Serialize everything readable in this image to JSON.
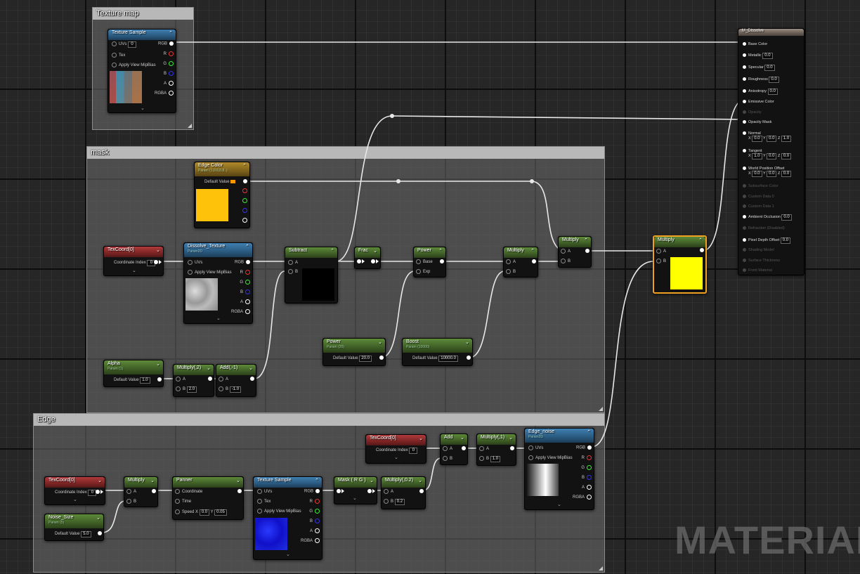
{
  "comments": {
    "texture_map": "Texture map",
    "mask": "mask",
    "edge": "Edge"
  },
  "nodes": {
    "texture_sample_top": {
      "title": "Texture Sample",
      "uvs": "UVs",
      "uvs_value": "0",
      "tex": "Tex",
      "mip": "Apply View MipBias",
      "outputs": [
        "RGB",
        "R",
        "G",
        "B",
        "A",
        "RGBA"
      ]
    },
    "edge_color": {
      "title": "Edge Color",
      "subtitle": "Param (1,0.6,0.8..)",
      "default_label": "Default Value",
      "swatch": "#ffc20a"
    },
    "texcoord_mask": {
      "title": "TexCoord[0]",
      "label": "Coordinate Index",
      "value": "0"
    },
    "dissolve_texture": {
      "title": "Dissolve_Texture",
      "subtitle": "Param2D",
      "uvs": "UVs",
      "mip": "Apply View MipBias",
      "outputs": [
        "RGB",
        "R",
        "G",
        "B",
        "A",
        "RGBA"
      ]
    },
    "subtract": {
      "title": "Subtract",
      "a": "A",
      "b": "B"
    },
    "frac": {
      "title": "Frac"
    },
    "power_node": {
      "title": "Power",
      "base": "Base",
      "exp": "Exp"
    },
    "multiply_mask": {
      "title": "Multiply",
      "a": "A",
      "b": "B"
    },
    "multiply_mask2": {
      "title": "Multiply",
      "a": "A",
      "b": "B"
    },
    "alpha": {
      "title": "Alpha",
      "subtitle": "Param (1)",
      "label": "Default Value",
      "value": "1.0"
    },
    "multiply_2": {
      "title": "Multiply(,2)",
      "a": "A",
      "b": "B",
      "b_value": "2.0"
    },
    "add_neg1": {
      "title": "Add(,-1)",
      "a": "A",
      "b": "B",
      "b_value": "-1.0"
    },
    "power_param": {
      "title": "Power",
      "subtitle": "Param (20)",
      "label": "Default Value",
      "value": "20.0"
    },
    "boost_param": {
      "title": "Boost",
      "subtitle": "Param (10000)",
      "label": "Default Value",
      "value": "10000.0"
    },
    "multiply_main": {
      "title": "Multiply",
      "a": "A",
      "b": "B",
      "swatch": "#ffff00"
    },
    "texcoord_edge1": {
      "title": "TexCoord[0]",
      "label": "Coordinate Index",
      "value": "0"
    },
    "texcoord_edge2": {
      "title": "TexCoord[0]",
      "label": "Coordinate Index",
      "value": "0"
    },
    "noise_size": {
      "title": "Noise_Size",
      "subtitle": "Param (5)",
      "label": "Default Value",
      "value": "5.0"
    },
    "multiply_edge": {
      "title": "Multiply",
      "a": "A",
      "b": "B"
    },
    "panner": {
      "title": "Panner",
      "coordinate": "Coordinate",
      "time": "Time",
      "speed": "Speed",
      "speed_x": "0.0",
      "speed_y": "0.05"
    },
    "texture_sample_edge": {
      "title": "Texture Sample",
      "uvs": "UVs",
      "tex": "Tex",
      "mip": "Apply View MipBias",
      "outputs": [
        "RGB",
        "R",
        "G",
        "B",
        "A",
        "RGBA"
      ]
    },
    "mask_rg": {
      "title": "Mask ( R G )"
    },
    "multiply_02": {
      "title": "Multiply(,0.2)",
      "a": "A",
      "b": "B",
      "b_value": "0.2"
    },
    "add_edge": {
      "title": "Add",
      "a": "A",
      "b": "B"
    },
    "multiply_1": {
      "title": "Multiply(,1)",
      "a": "A",
      "b": "B",
      "b_value": "1.0"
    },
    "edge_noise": {
      "title": "Edge_noise",
      "subtitle": "Param2D",
      "uvs": "UVs",
      "mip": "Apply View MipBias",
      "outputs": [
        "RGB",
        "R",
        "G",
        "B",
        "A",
        "RGBA"
      ]
    }
  },
  "material": {
    "title": "M_Dissolve",
    "rows": [
      {
        "label": "Base Color",
        "value": "",
        "enabled": true
      },
      {
        "label": "Metallic",
        "value": "0.0",
        "enabled": true
      },
      {
        "label": "Specular",
        "value": "0.0",
        "enabled": true
      },
      {
        "label": "Roughness",
        "value": "0.0",
        "enabled": true
      },
      {
        "label": "Anisotropy",
        "value": "0.0",
        "enabled": true
      },
      {
        "label": "Emissive Color",
        "value": "",
        "enabled": true
      },
      {
        "label": "Opacity",
        "value": "",
        "enabled": false
      },
      {
        "label": "Opacity Mask",
        "value": "",
        "enabled": true
      },
      {
        "label": "Normal",
        "value": "",
        "enabled": true,
        "x": "0.0",
        "y": "0.0",
        "z": "1.0"
      },
      {
        "label": "Tangent",
        "value": "",
        "enabled": true,
        "x": "1.0",
        "y": "0.0",
        "z": "0.0"
      },
      {
        "label": "World Position Offset",
        "value": "",
        "enabled": true,
        "x": "0.0",
        "y": "0.0",
        "z": "0.0"
      },
      {
        "label": "Subsurface Color",
        "value": "",
        "enabled": false
      },
      {
        "label": "Custom Data 0",
        "value": "",
        "enabled": false
      },
      {
        "label": "Custom Data 1",
        "value": "",
        "enabled": false
      },
      {
        "label": "Ambient Occlusion",
        "value": "0.0",
        "enabled": true
      },
      {
        "label": "Refraction (Disabled)",
        "value": "",
        "enabled": false
      },
      {
        "label": "Pixel Depth Offset",
        "value": "0.0",
        "enabled": true
      },
      {
        "label": "Shading Model",
        "value": "",
        "enabled": false
      },
      {
        "label": "Surface Thickness",
        "value": "",
        "enabled": false
      },
      {
        "label": "Front Material",
        "value": "",
        "enabled": false
      }
    ]
  },
  "watermark": "MATERIAL"
}
